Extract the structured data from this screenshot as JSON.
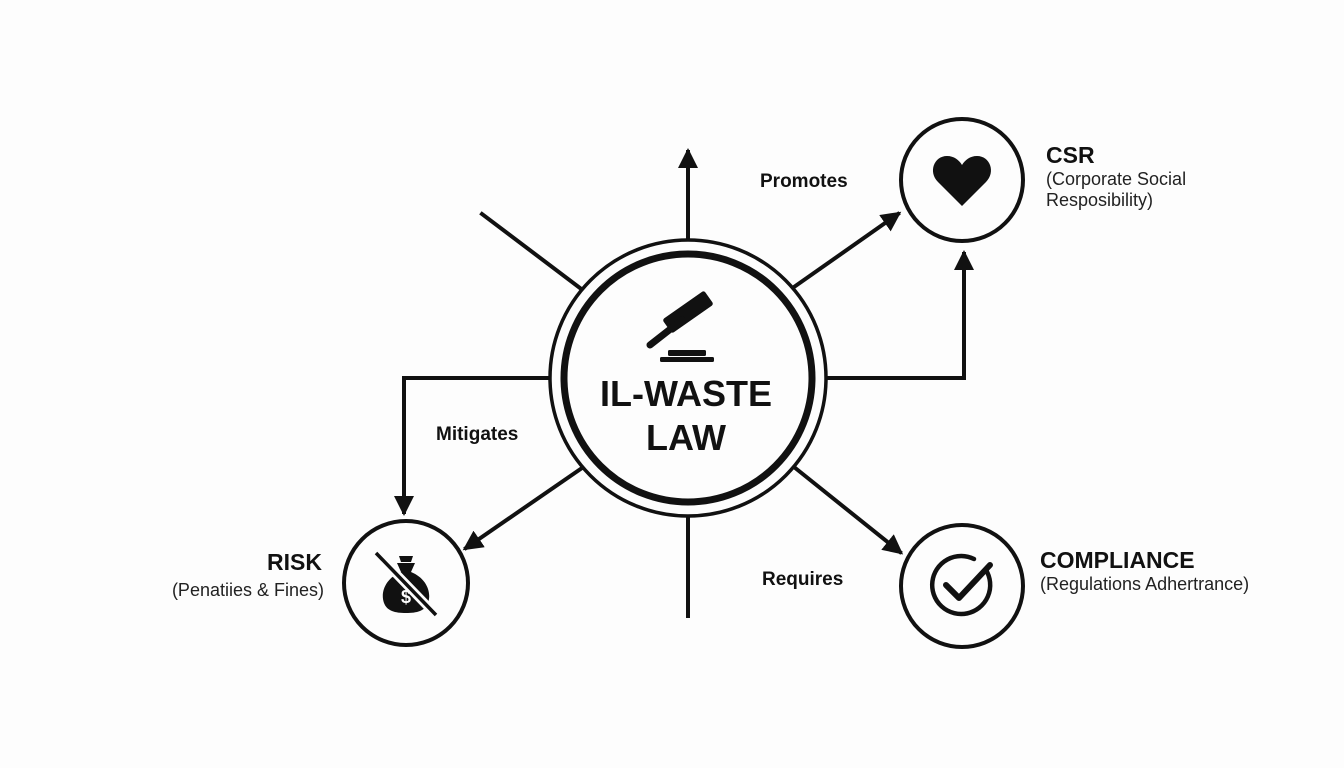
{
  "center": {
    "title_line1": "IL-WASTE",
    "title_line2": "LAW",
    "icon": "gavel-icon"
  },
  "edges": {
    "promotes": "Promotes",
    "mitigates": "Mitigates",
    "requires": "Requires"
  },
  "nodes": {
    "csr": {
      "title": "CSR",
      "subtitle_line1": "(Corporate Social",
      "subtitle_line2": "Resposibility)",
      "icon": "heart-icon"
    },
    "risk": {
      "title": "RISK",
      "subtitle": "(Penatiies & Fines)",
      "icon": "crossed-money-bag-icon"
    },
    "compliance": {
      "title": "COMPLIANCE",
      "subtitle": "(Regulations Adhertrance)",
      "icon": "checkmark-icon"
    }
  },
  "colors": {
    "stroke": "#111111",
    "background": "#fdfdfd"
  }
}
